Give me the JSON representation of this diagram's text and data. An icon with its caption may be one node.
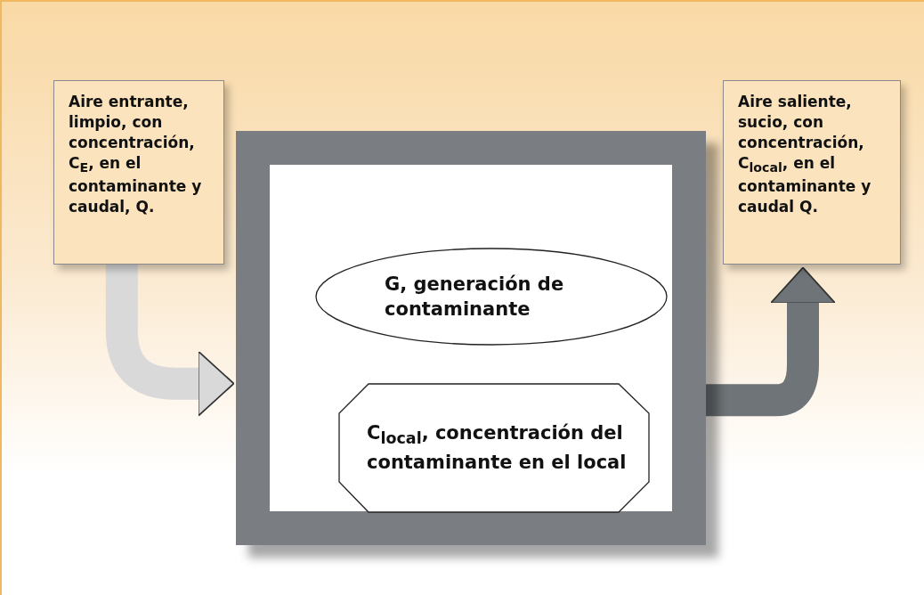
{
  "diagram": {
    "nodes": [
      {
        "text": [
          "Aire entrante, limpio, con concentración, C$_{E}$, en el contaminante y caudal, Q."
        ]
      },
      {
        "text": [],
        "shape": "box"
      },
      {
        "text": [
          "G, generación de contaminante"
        ],
        "in": 1
      },
      {
        "text": [
          "C$_{local}$, concentración del contaminante en el local"
        ],
        "in": 1
      },
      {
        "text": [
          "Aire saliente, sucio, con concentración, C$_{local}$, en el contaminante y caudal Q."
        ]
      }
    ],
    "edges": [
      {
        "from": 0,
        "to": 1,
        "arrow": "to",
        "color": "#d9d9d9"
      },
      {
        "from": 1,
        "to": 4,
        "arrow": "to",
        "color": "#6f7478"
      }
    ]
  }
}
